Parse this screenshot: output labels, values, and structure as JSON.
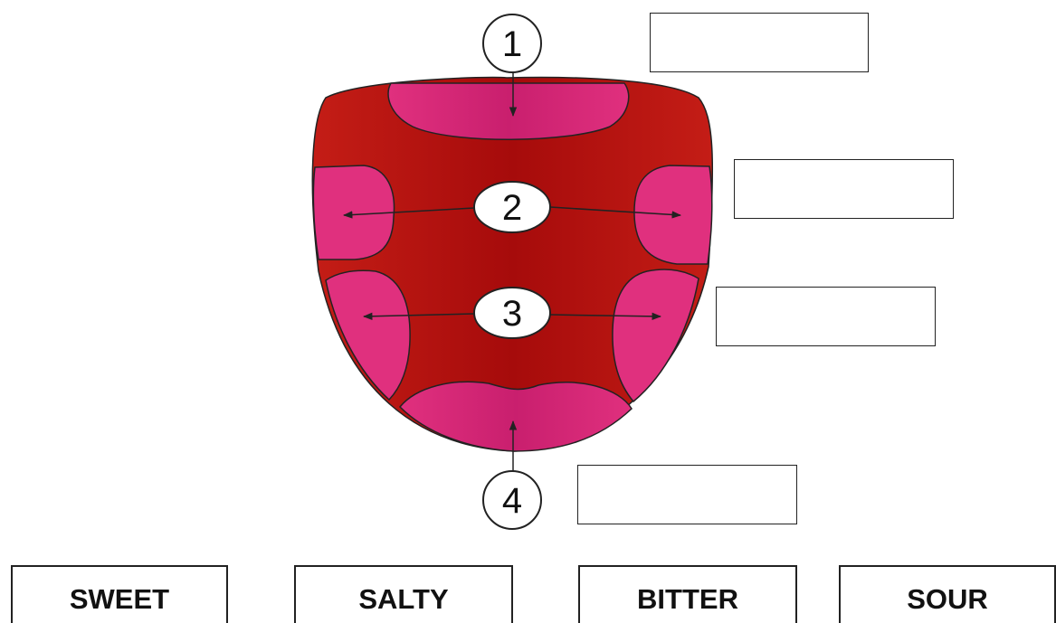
{
  "callouts": [
    {
      "id": 1,
      "label": "1"
    },
    {
      "id": 2,
      "label": "2"
    },
    {
      "id": 3,
      "label": "3"
    },
    {
      "id": 4,
      "label": "4"
    }
  ],
  "tastes": [
    "SWEET",
    "SALTY",
    "BITTER",
    "SOUR"
  ],
  "colors": {
    "tongue_base": "#c11a14",
    "tongue_center": "#a80c0c",
    "taste_zone": "#e0307e",
    "outline": "#222222"
  }
}
